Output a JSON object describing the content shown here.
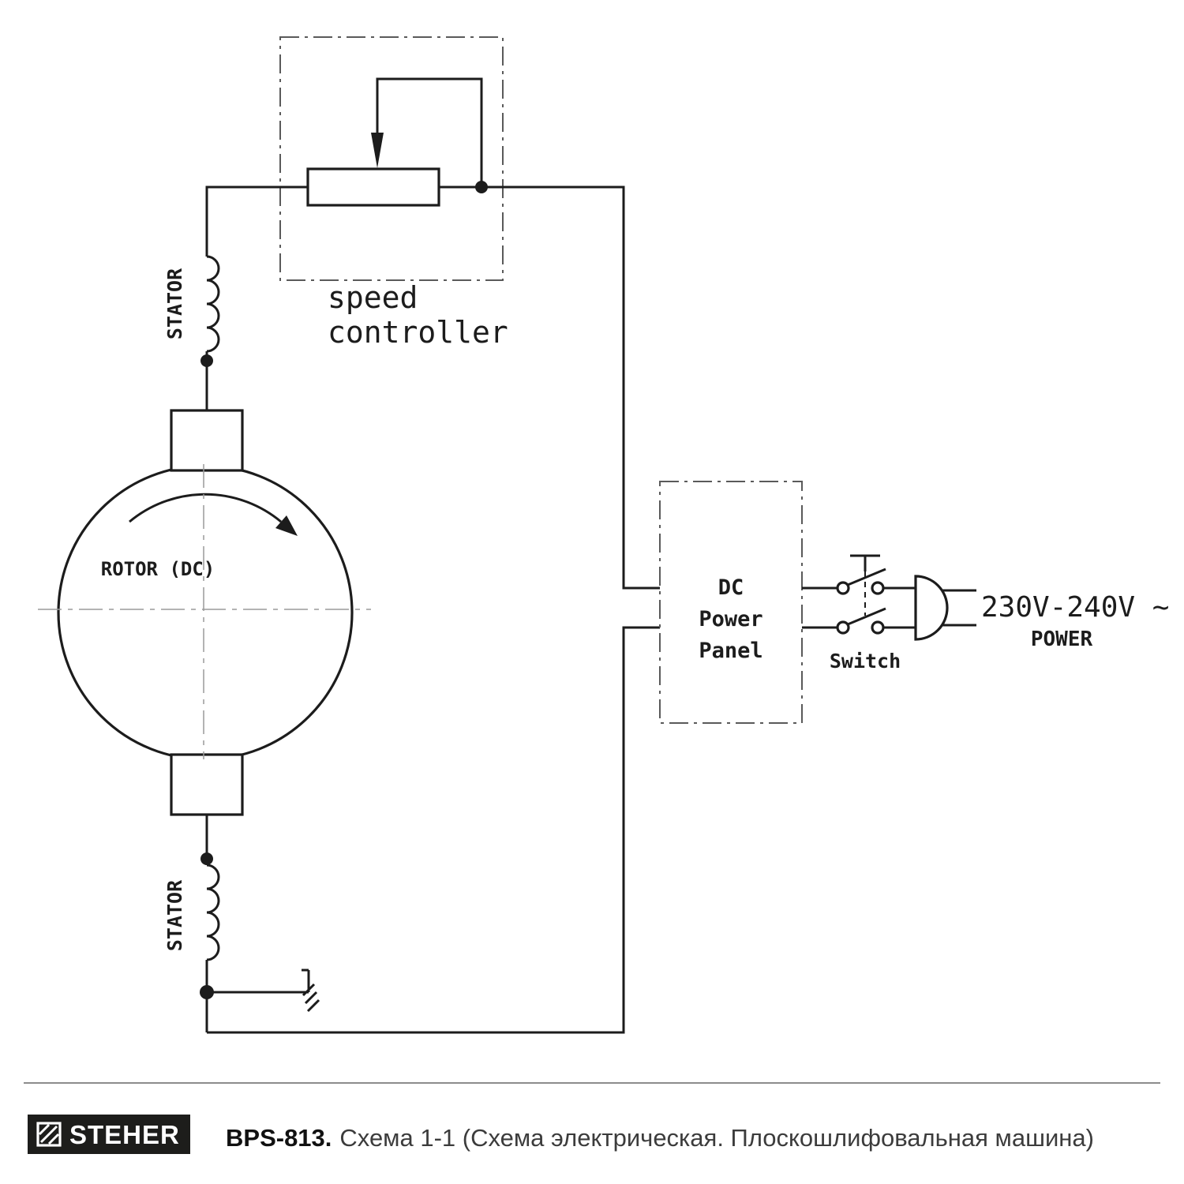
{
  "diagram": {
    "speed_controller": {
      "line1": "speed",
      "line2": "controller"
    },
    "stator_top_label": "STATOR",
    "stator_bottom_label": "STATOR",
    "rotor_label": "ROTOR (DC)",
    "power_panel": {
      "line1": "DC",
      "line2": "Power",
      "line3": "Panel"
    },
    "switch_label": "Switch",
    "supply": {
      "voltage": "230V-240V ~",
      "power_label": "POWER"
    }
  },
  "footer": {
    "brand": "STEHER",
    "model": "BPS-813.",
    "caption": "Схема 1-1 (Схема электрическая. Плоскошлифовальная машина)"
  },
  "colors": {
    "line": "#1c1c1c",
    "dashed_outline": "#5a5a5a",
    "centerline": "#9a9a9a",
    "logo_background": "#1d1d1b",
    "caption_text": "#3c3c3c"
  }
}
